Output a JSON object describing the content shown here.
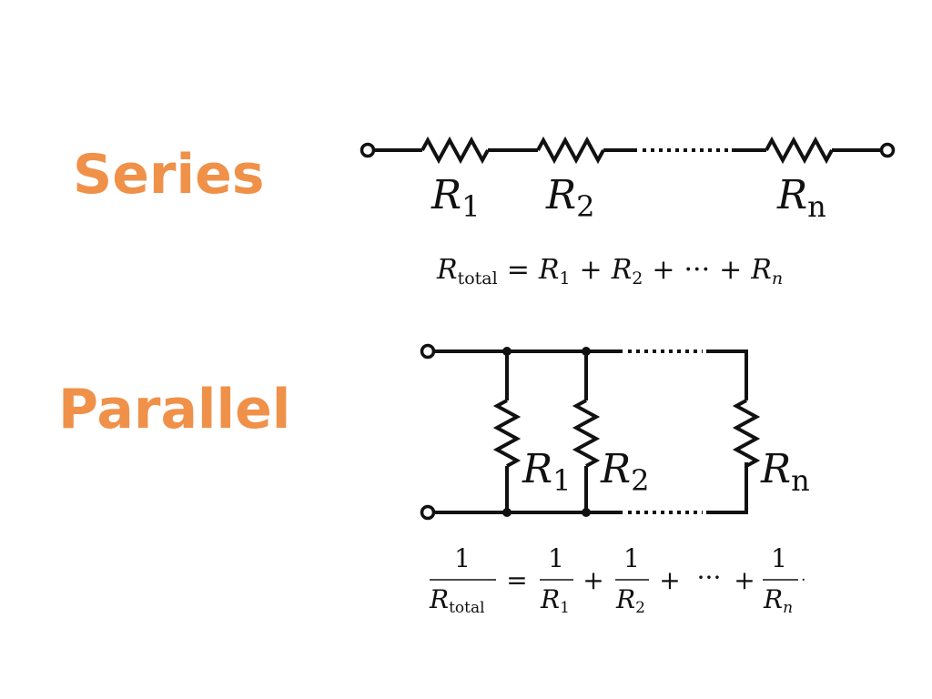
{
  "colors": {
    "heading": "#f0914a",
    "ink": "#111111"
  },
  "series": {
    "heading": "Series",
    "resistors": [
      {
        "symbol": "R",
        "sub": "1"
      },
      {
        "symbol": "R",
        "sub": "2"
      },
      {
        "symbol": "R",
        "sub": "n"
      }
    ],
    "formula": {
      "lhs": {
        "symbol": "R",
        "sub": "total"
      },
      "equals": "=",
      "terms": [
        {
          "symbol": "R",
          "sub": "1"
        },
        {
          "symbol": "R",
          "sub": "2"
        },
        {
          "symbol": "R",
          "sub": "n"
        }
      ],
      "plus": "+",
      "ellipsis": "···"
    }
  },
  "parallel": {
    "heading": "Parallel",
    "resistors": [
      {
        "symbol": "R",
        "sub": "1"
      },
      {
        "symbol": "R",
        "sub": "2"
      },
      {
        "symbol": "R",
        "sub": "n"
      }
    ],
    "formula": {
      "numerator": "1",
      "lhs_denominator": {
        "symbol": "R",
        "sub": "total"
      },
      "equals": "=",
      "terms": [
        {
          "numerator": "1",
          "symbol": "R",
          "sub": "1"
        },
        {
          "numerator": "1",
          "symbol": "R",
          "sub": "2"
        },
        {
          "numerator": "1",
          "symbol": "R",
          "sub": "n"
        }
      ],
      "plus": "+",
      "ellipsis": "···",
      "period": "."
    }
  }
}
